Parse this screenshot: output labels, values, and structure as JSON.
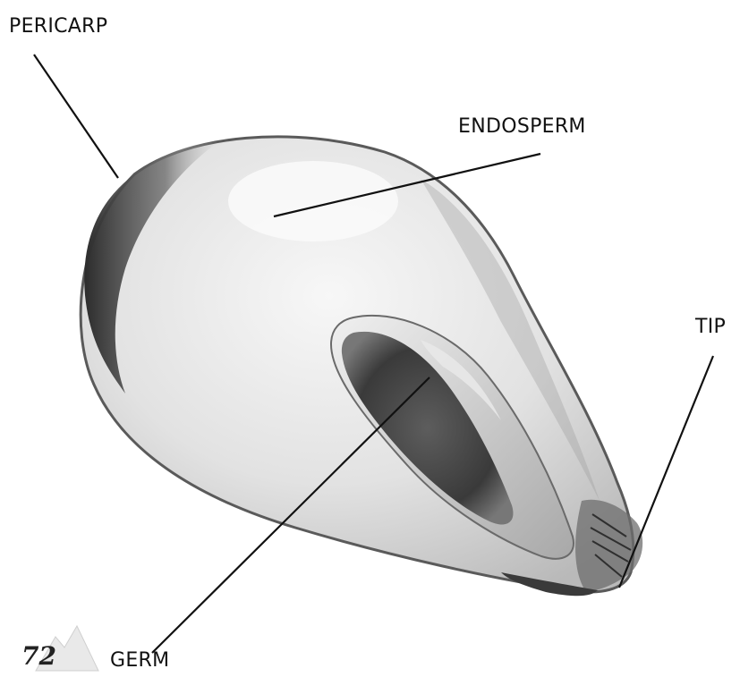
{
  "diagram": {
    "labels": {
      "pericarp": "PERICARP",
      "endosperm": "ENDOSPERM",
      "tip": "TIP",
      "germ": "GERM"
    },
    "page_number": "72"
  }
}
